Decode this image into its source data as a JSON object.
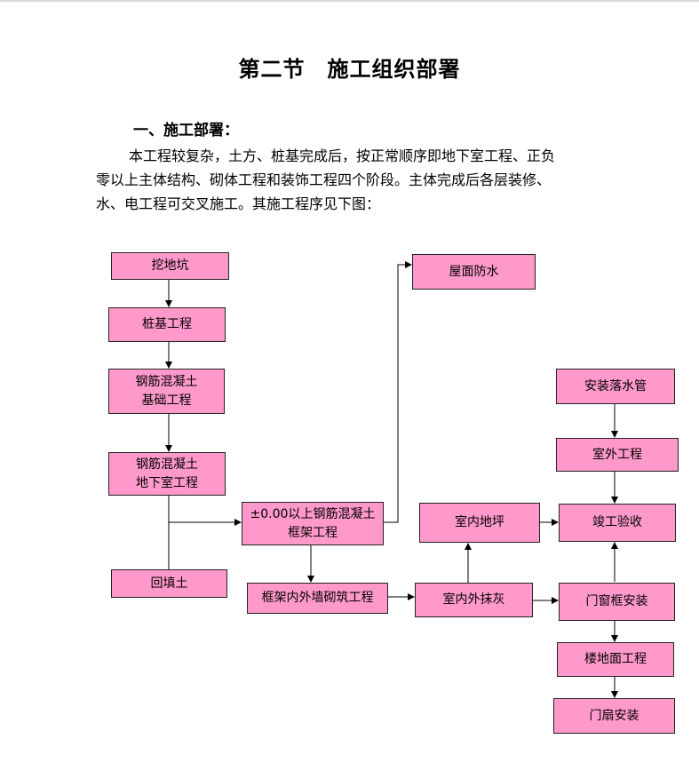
{
  "document": {
    "title": "第二节　施工组织部署",
    "section_heading": "一、施工部署：",
    "paragraph_lines": [
      "本工程较复杂，土方、桩基完成后，按正常顺序即地下室工程、正负",
      "零以上主体结构、砌体工程和装饰工程四个阶段。主体完成后各层装修、",
      "水、电工程可交叉施工。其施工程序见下图："
    ]
  },
  "flowchart": {
    "nodes": {
      "excavation": [
        "挖地坑"
      ],
      "pile": [
        "桩基工程"
      ],
      "foundation": [
        "钢筋混凝土",
        "基础工程"
      ],
      "basement": [
        "钢筋混凝土",
        "地下室工程"
      ],
      "backfill": [
        "回填土"
      ],
      "frame": [
        "±0.00以上钢筋混凝土",
        "框架工程"
      ],
      "roof": [
        "屋面防水"
      ],
      "masonry": [
        "框架内外墙砌筑工程"
      ],
      "plaster": [
        "室内外抹灰"
      ],
      "floor_base": [
        "室内地坪"
      ],
      "completion": [
        "竣工验收"
      ],
      "downpipe": [
        "安装落水管"
      ],
      "exterior": [
        "室外工程"
      ],
      "door_frame": [
        "门窗框安装"
      ],
      "floor_finish": [
        "楼地面工程"
      ],
      "door_leaf": [
        "门扇安装"
      ]
    }
  }
}
